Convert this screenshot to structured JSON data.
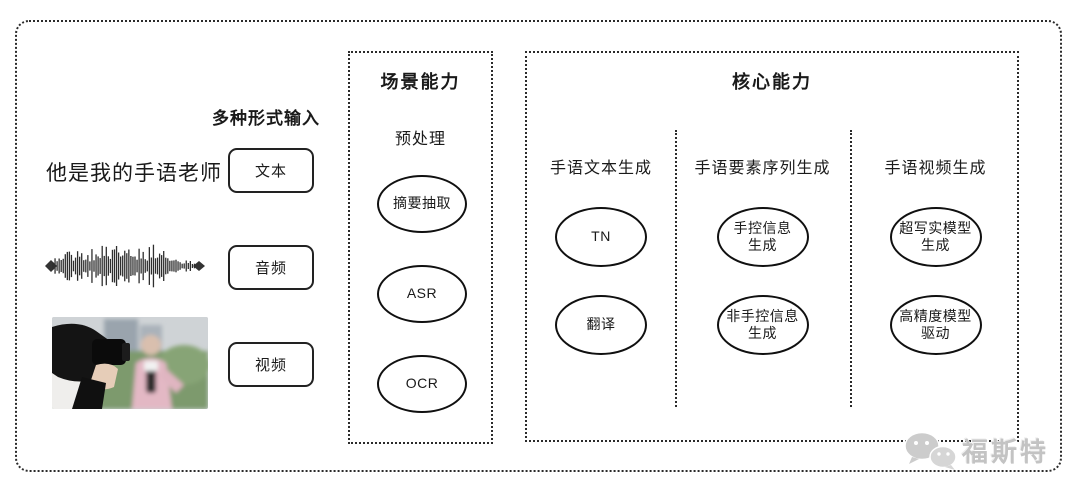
{
  "input_section": {
    "label": "多种形式输入",
    "text_example": "他是我的手语老师",
    "items": [
      {
        "type": "text",
        "label": "文本"
      },
      {
        "type": "audio",
        "label": "音频"
      },
      {
        "type": "video",
        "label": "视频"
      }
    ],
    "media": {
      "waveform_icon": "audio-waveform-icon",
      "video_icon": "camera-interview-photo"
    }
  },
  "scene_section": {
    "title": "场景能力",
    "subtitle": "预处理",
    "nodes": [
      "摘要抽取",
      "ASR",
      "OCR"
    ]
  },
  "core_section": {
    "title": "核心能力",
    "columns": [
      {
        "header": "手语文本生成",
        "nodes": [
          "TN",
          "翻译"
        ]
      },
      {
        "header": "手语要素序列生成",
        "nodes": [
          "手控信息\n生成",
          "非手控信息\n生成"
        ]
      },
      {
        "header": "手语视频生成",
        "nodes": [
          "超写实模型\n生成",
          "高精度模型\n驱动"
        ]
      }
    ]
  },
  "watermark": {
    "icon": "wechat-icon",
    "text": "福斯特"
  },
  "colors": {
    "border": "#2b2b2b",
    "node_border": "#101010",
    "text": "#1a1a1a",
    "watermark": "#c3c3c3",
    "thumb_jacket_pink": "#e3b8c4",
    "thumb_bush_green": "#7d9a6d"
  }
}
